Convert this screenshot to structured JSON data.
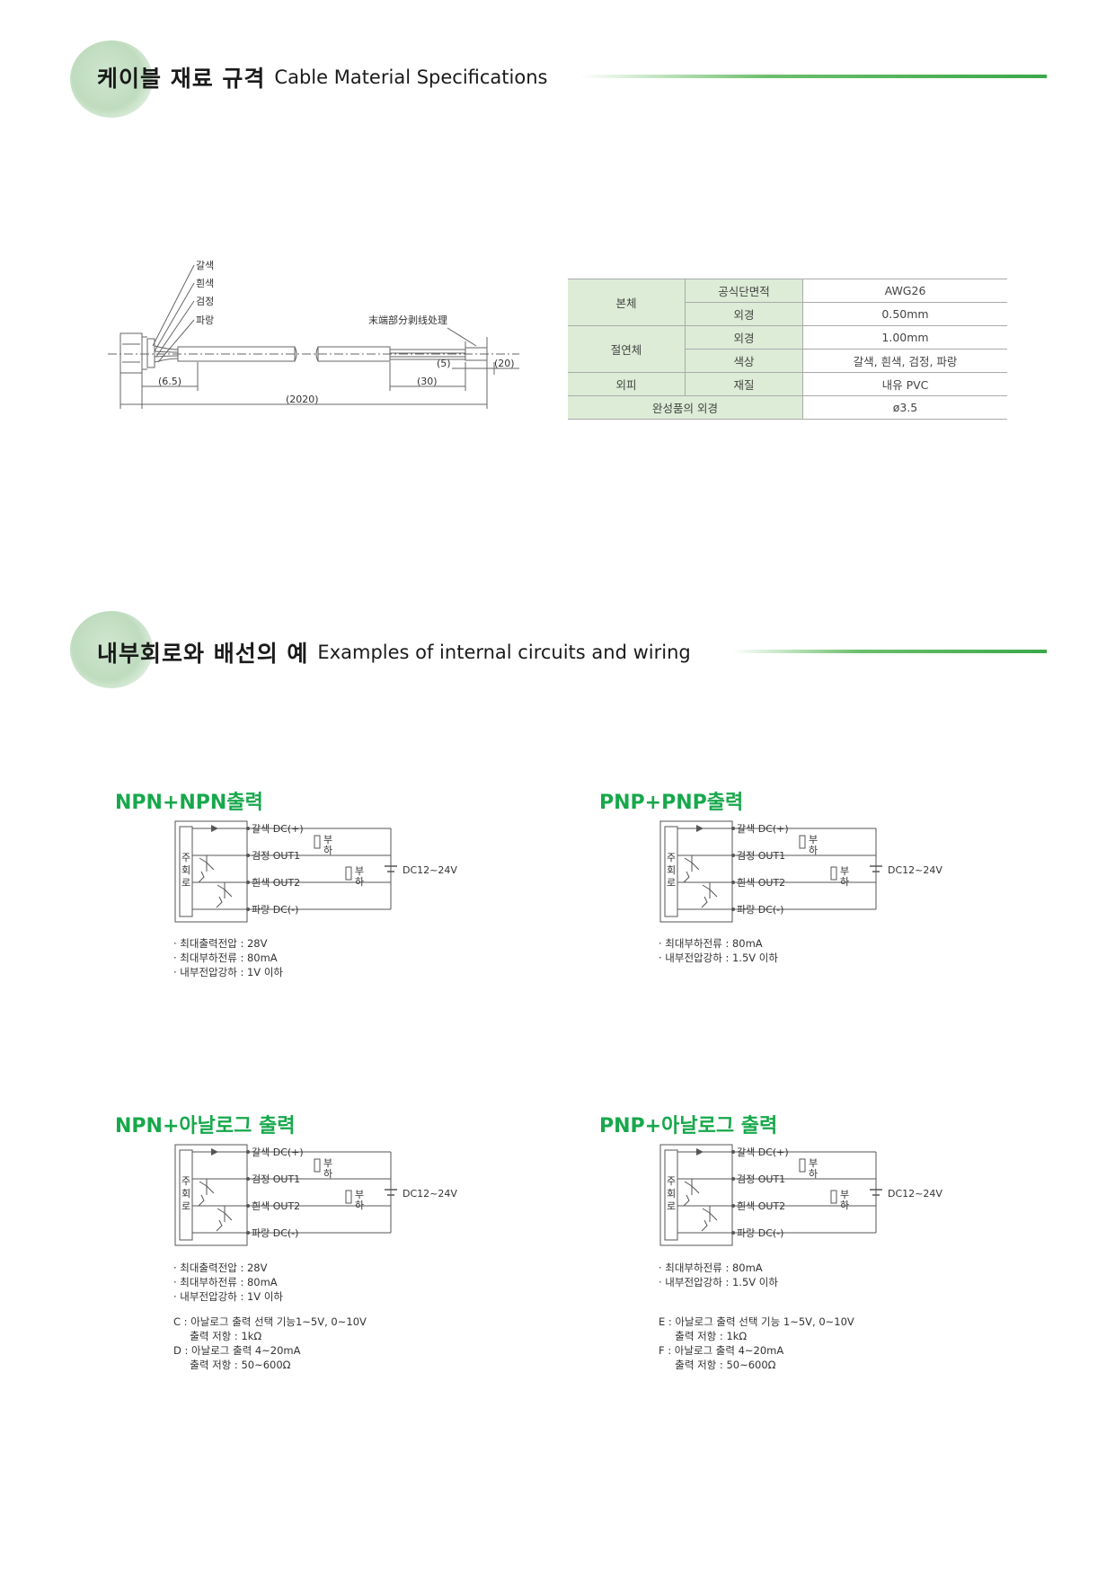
{
  "section1": {
    "title_ko": "케이블 재료 규격",
    "title_en": "Cable Material Specifications"
  },
  "section2": {
    "title_ko": "내부회로와 배선의 예",
    "title_en": "Examples of internal circuits and wiring"
  },
  "cable_diagram": {
    "wire_labels": [
      "갈색",
      "흰색",
      "검정",
      "파랑"
    ],
    "end_note": "末端部分剥线处理",
    "dims": {
      "d65": "(6.5)",
      "d5": "(5)",
      "d20": "(20)",
      "d30": "(30)",
      "d2020": "(2020)"
    }
  },
  "spec_table": {
    "g1": "본체",
    "g1_r1_attr": "공식단면적",
    "g1_r1_val": "AWG26",
    "g1_r2_attr": "외경",
    "g1_r2_val": "0.50mm",
    "g2": "절연체",
    "g2_r1_attr": "외경",
    "g2_r1_val": "1.00mm",
    "g2_r2_attr": "색상",
    "g2_r2_val": "갈색, 흰색, 검정, 파랑",
    "g3": "외피",
    "g3_attr": "재질",
    "g3_val": "내유 PVC",
    "g4": "완성품의 외경",
    "g4_val": "ø3.5"
  },
  "circuit_labels": {
    "brown": "갈색 DC(+)",
    "black": "검정 OUT1",
    "white": "흰색 OUT2",
    "blue": "파랑 DC(-)",
    "load": [
      "부",
      "하"
    ],
    "supply": "DC12~24V",
    "main": [
      "주",
      "회",
      "로"
    ]
  },
  "npn_npn": {
    "title": "NPN+NPN출력",
    "notes": "· 최대출력전압 : 28V\n· 최대부하전류 : 80mA\n· 내부전압강하 : 1V 이하"
  },
  "pnp_pnp": {
    "title": "PNP+PNP출력",
    "notes": "· 최대부하전류 : 80mA\n· 내부전압강하 : 1.5V 이하"
  },
  "npn_analog": {
    "title": "NPN+아날로그 출력",
    "notes": "· 최대출력전압 : 28V\n· 최대부하전류 : 80mA\n· 내부전압강하 : 1V 이하",
    "extra": "C : 아날로그 출력 선택 기능1~5V, 0~10V\n     출력 저항 : 1kΩ\nD : 아날로그 출력 4~20mA\n     출력 저항 : 50~600Ω"
  },
  "pnp_analog": {
    "title": "PNP+아날로그 출력",
    "notes": "· 최대부하전류 : 80mA\n· 내부전압강하 : 1.5V 이하",
    "extra": "E : 아날로그 출력 선택 기능 1~5V, 0~10V\n     출력 저항 : 1kΩ\nF : 아날로그 출력 4~20mA\n     출력 저항 : 50~600Ω"
  }
}
